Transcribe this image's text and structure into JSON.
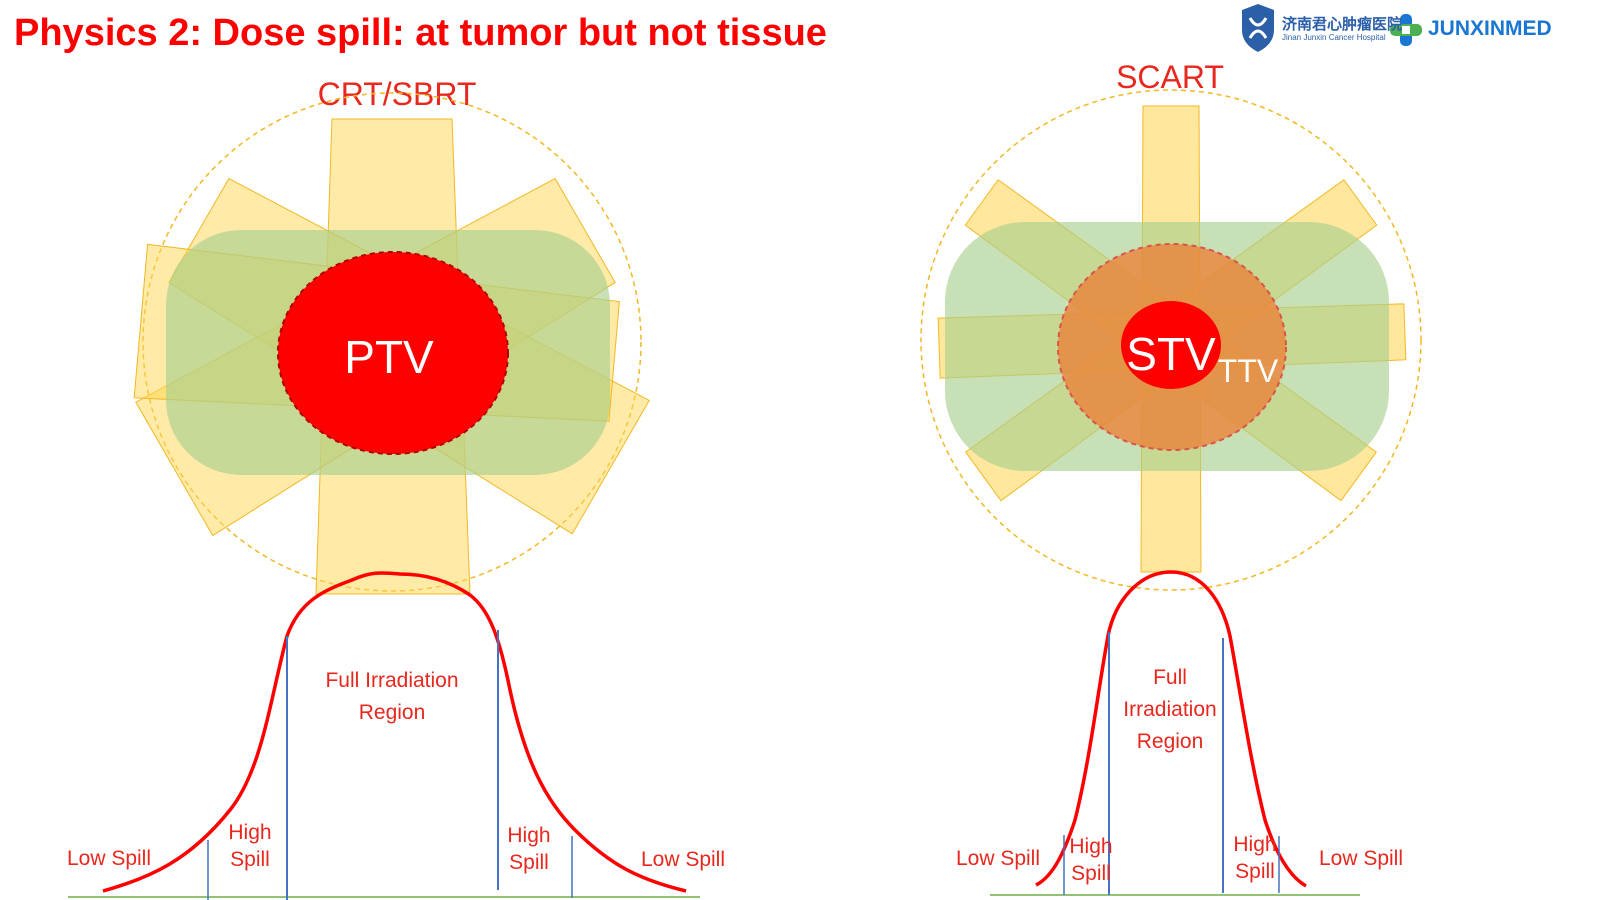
{
  "slide": {
    "title": "Physics 2: Dose spill:  at tumor but not tissue"
  },
  "logos": {
    "hospital_cn": "济南君心肿瘤医院",
    "hospital_en": "Jinan Junxin Cancer Hospital",
    "brand": "JUNXINMED"
  },
  "left_panel": {
    "heading": "CRT/SBRT",
    "target_label": "PTV",
    "curve_labels": {
      "full_line1": "Full Irradiation",
      "full_line2": "Region",
      "high_left_1": "High",
      "high_left_2": "Spill",
      "high_right_1": "High",
      "high_right_2": "Spill",
      "low_left": "Low Spill",
      "low_right": "Low Spill"
    }
  },
  "right_panel": {
    "heading": "SCART",
    "target_label": "STV",
    "target_sub": "TTV",
    "curve_labels": {
      "full_line1": "Full",
      "full_line2": "Irradiation",
      "full_line3": "Region",
      "high_left_1": "High",
      "high_left_2": "Spill",
      "high_right_1": "High",
      "high_right_2": "Spill",
      "low_left": "Low Spill",
      "low_right": "Low Spill"
    }
  },
  "colors": {
    "title": "#ff0000",
    "beam_fill": "#ffd54f",
    "beam_stroke": "#f2b824",
    "tissue": "#a9d08e",
    "tumor": "#ff0000",
    "ttv": "#ed7d31",
    "dose_curve": "#ff0000",
    "divider": "#4472c4",
    "baseline": "#70ad47"
  }
}
